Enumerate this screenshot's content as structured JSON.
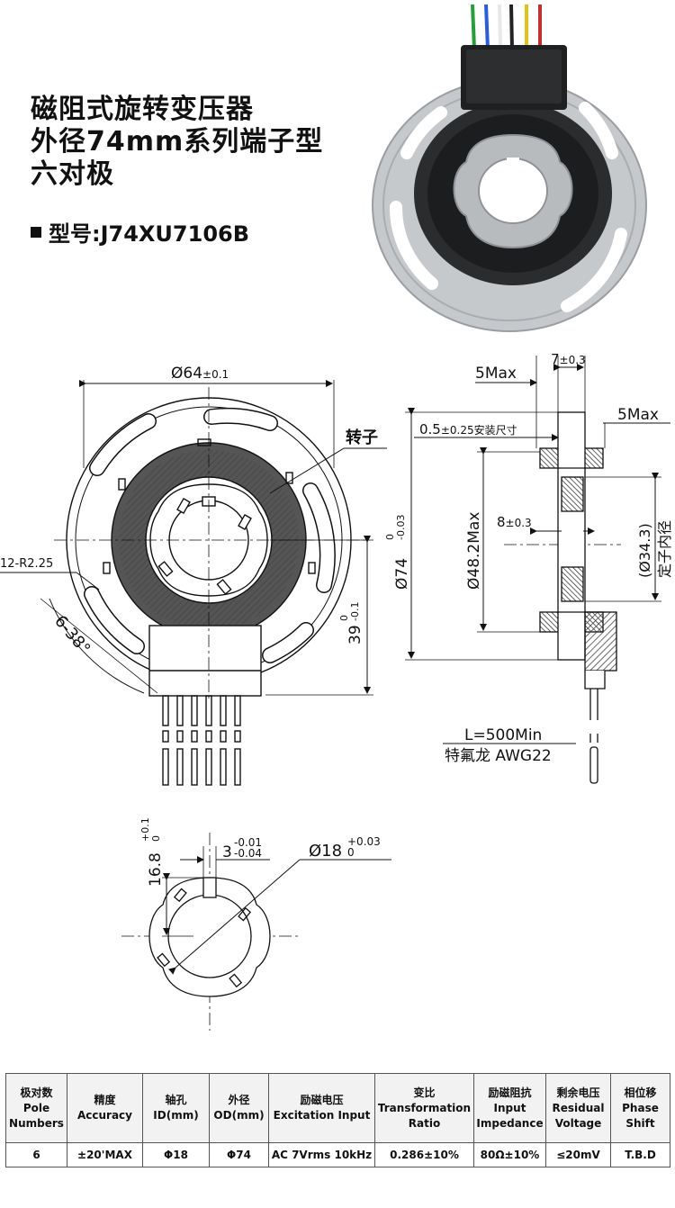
{
  "header": {
    "title_lines": [
      "磁阻式旋转变压器",
      "外径74mm系列端子型",
      "六对极"
    ],
    "model": "型号:J74XU7106B"
  },
  "front_view": {
    "outer_diameter": "Ø64",
    "outer_diameter_tol": "±0.1",
    "rotor_label": "转子",
    "slot_radius": "12-R2.25",
    "angle": "6-38°",
    "height": "39",
    "height_tol_upper": "0",
    "height_tol_lower": "-0.1"
  },
  "side_view": {
    "width": "7",
    "width_tol": "±0.3",
    "five_max_left": "5Max",
    "five_max_right": "5Max",
    "install_size": "0.5",
    "install_size_tol": "±0.25安装尺寸",
    "outer_diameter": "Ø74",
    "outer_tol_upper": "0",
    "outer_tol_lower": "-0.03",
    "inner_max": "Ø48.2Max",
    "inner_width": "8",
    "inner_width_tol": "±0.3",
    "stator_id": "(Ø34.3)",
    "stator_id_label": "定子内径",
    "lead_length": "L=500Min",
    "lead_wire": "特氟龙 AWG22"
  },
  "rotor_view": {
    "height": "16.8",
    "height_tol_upper": "+0.1",
    "height_tol_lower": "0",
    "key_width": "3",
    "key_tol_upper": "-0.01",
    "key_tol_lower": "-0.04",
    "bore": "Ø18",
    "bore_tol_upper": "+0.03",
    "bore_tol_lower": "0"
  },
  "table": {
    "headers": [
      [
        "极对数",
        "Pole",
        "Numbers"
      ],
      [
        "精度",
        "Accuracy"
      ],
      [
        "轴孔",
        "ID(mm)"
      ],
      [
        "外径",
        "OD(mm)"
      ],
      [
        "励磁电压",
        "Excitation Input"
      ],
      [
        "变比",
        "Transformation",
        "Ratio"
      ],
      [
        "励磁阻抗",
        "Input",
        "Impedance"
      ],
      [
        "剩余电压",
        "Residual",
        "Voltage"
      ],
      [
        "相位移",
        "Phase",
        "Shift"
      ]
    ],
    "row": [
      "6",
      "±20'MAX",
      "Φ18",
      "Φ74",
      "AC 7Vrms 10kHz",
      "0.286±10%",
      "80Ω±10%",
      "≤20mV",
      "T.B.D"
    ]
  },
  "colors": {
    "line": "#111111",
    "hatch": "#555555",
    "plate": "#c9cccf",
    "body": "#2a2c2e",
    "table_header_bg": "#f2f2f2"
  }
}
